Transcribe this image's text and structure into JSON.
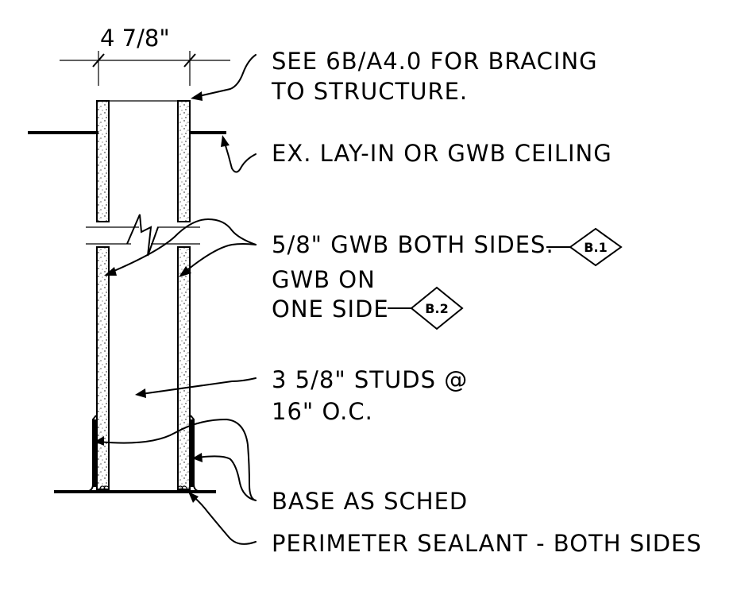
{
  "dimension": {
    "label": "4 7/8\""
  },
  "notes": {
    "bracing_line1": "SEE 6B/A4.0 FOR BRACING",
    "bracing_line2": "TO STRUCTURE.",
    "ceiling": "EX. LAY-IN OR GWB CEILING",
    "gwb_both": "5/8\" GWB BOTH SIDES.",
    "gwb_on": "GWB ON",
    "one_side": "ONE SIDE",
    "studs_line1": "3 5/8\" STUDS @",
    "studs_line2": "16\" O.C.",
    "base": "BASE AS SCHED",
    "sealant": "PERIMETER SEALANT - BOTH SIDES"
  },
  "tags": {
    "b1": "B.1",
    "b2": "B.2"
  }
}
